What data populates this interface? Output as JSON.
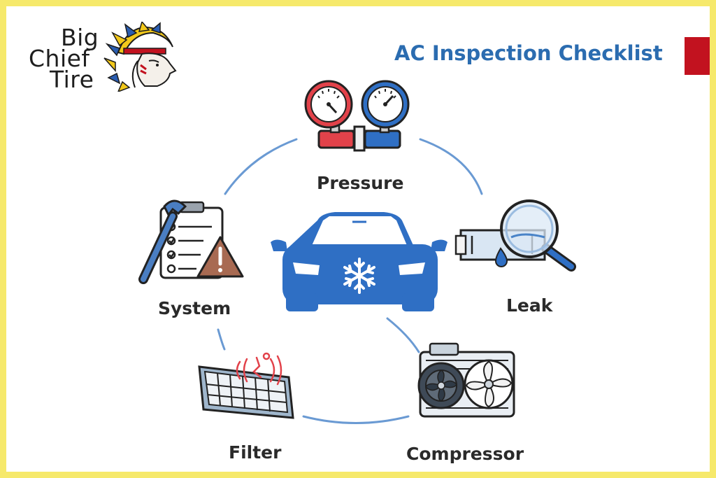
{
  "brand": {
    "line1": "Big",
    "line2": "Chief",
    "line3": "Tire"
  },
  "title": "AC Inspection Checklist",
  "colors": {
    "border": "#f6e96b",
    "title": "#2b6cb0",
    "accent": "#c2121f",
    "car": "#2f6fc4",
    "ring": "#6a9ad3"
  },
  "steps": {
    "pressure": "Pressure",
    "leak": "Leak",
    "compressor": "Compressor",
    "filter": "Filter",
    "system": "System"
  },
  "icons": {
    "center": "car-snowflake-icon",
    "pressure": "pressure-gauges-icon",
    "leak": "magnifier-leak-icon",
    "compressor": "compressor-fan-icon",
    "filter": "cabin-filter-icon",
    "system": "wrench-checklist-warning-icon"
  }
}
